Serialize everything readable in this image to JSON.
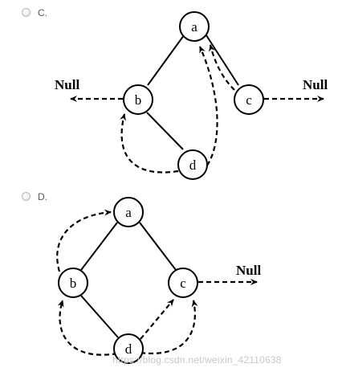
{
  "options": [
    {
      "letter": "C.",
      "nodes": [
        "a",
        "b",
        "c",
        "d"
      ],
      "null_left": "Null",
      "null_right": "Null"
    },
    {
      "letter": "D.",
      "nodes": [
        "a",
        "b",
        "c",
        "d"
      ],
      "null_right": "Null"
    }
  ],
  "watermark": "https://blog.csdn.net/weixin_42110638",
  "colors": {
    "line": "#000000",
    "radio_border": "#b9b9b9",
    "label_text": "#555555",
    "watermark": "#c8c8c8"
  }
}
